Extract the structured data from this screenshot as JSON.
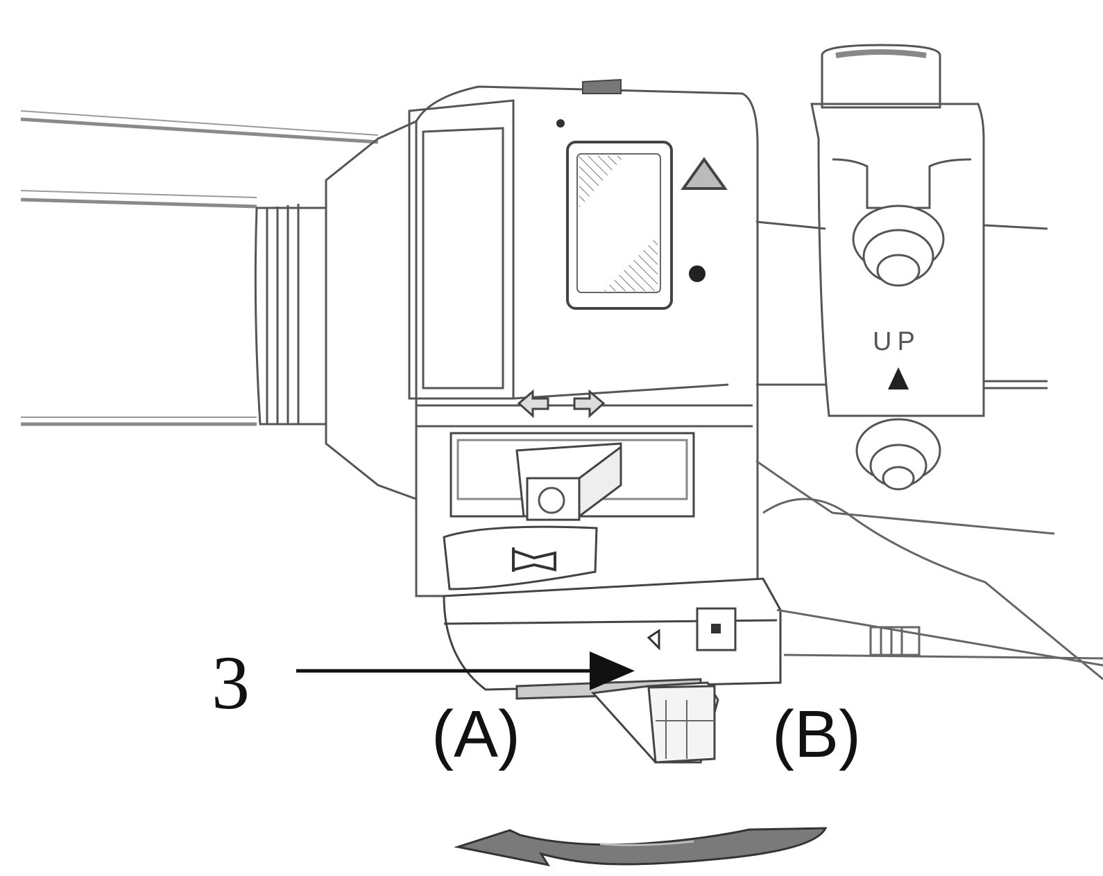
{
  "diagram": {
    "callout_number": "3",
    "position_a_label": "(A)",
    "position_b_label": "(B)",
    "lever_marking": "UP"
  },
  "colors": {
    "line": "#444444",
    "light_line": "#9a9a9a",
    "hatch": "#777777",
    "arrow_fill": "#7a7a7a",
    "text": "#111111"
  },
  "icons": {
    "hazard": "hazard-triangle-icon",
    "turn_signals": "left-right-arrows-icon",
    "horn": "horn-icon",
    "dimmer": "headlight-dimmer-icon",
    "rotation": "curved-arrow-icon"
  }
}
